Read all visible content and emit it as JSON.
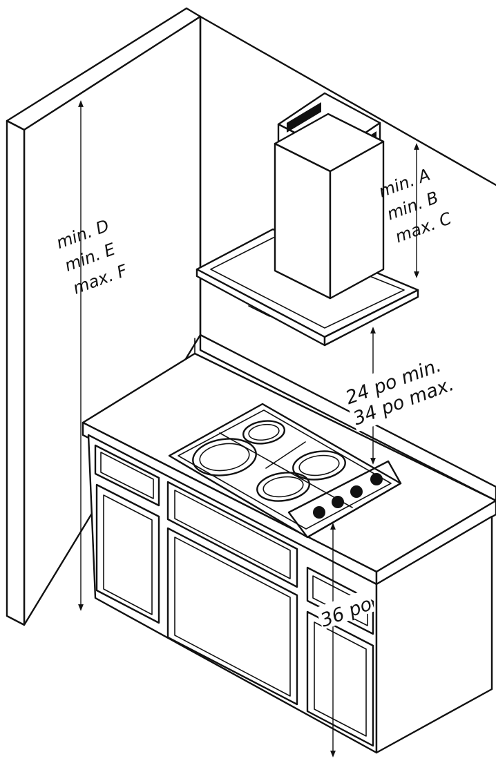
{
  "labels": {
    "wall_height": [
      "min. D",
      "min. E",
      "max. F"
    ],
    "chimney_height": [
      "min. A",
      "min. B",
      "max. C"
    ],
    "hood_clearance": [
      "24 po min.",
      "34 po max."
    ],
    "counter_height": "36 po"
  }
}
